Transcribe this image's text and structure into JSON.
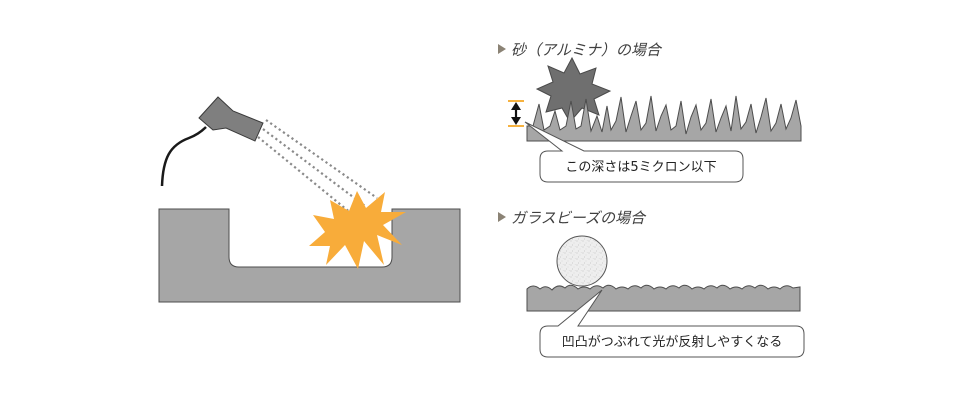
{
  "section_alumina": {
    "title": "砂（アルミナ）の場合",
    "callout": "この深さは5ミクロン以下"
  },
  "section_glass": {
    "title": "ガラスビーズの場合",
    "callout": "凹凸がつぶれて光が反射しやすくなる"
  },
  "colors": {
    "surface_gray": "#a6a6a6",
    "particle_dark": "#6f6f6f",
    "spark_orange": "#f8ac3a",
    "arrow_orange": "#f39800",
    "outline": "#4d4d4d"
  }
}
